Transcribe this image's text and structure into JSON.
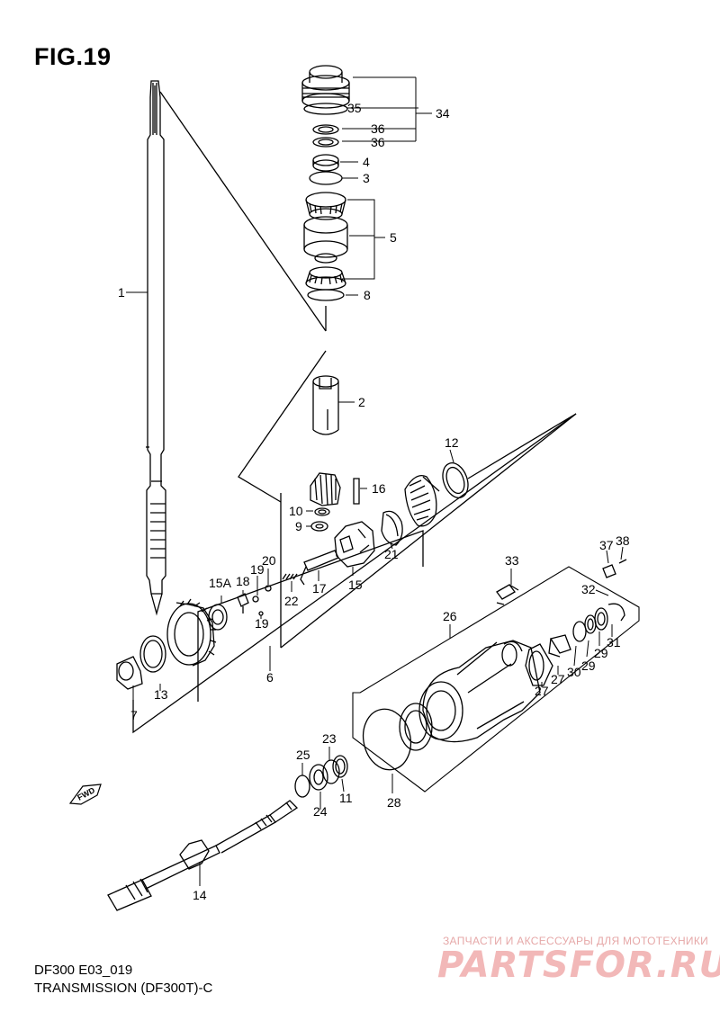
{
  "figure": {
    "title": "FIG.19",
    "code": "DF300 E03_019",
    "caption": "TRANSMISSION (DF300T)-C"
  },
  "watermark": {
    "subtitle": "ЗАПЧАСТИ И АКСЕССУАРЫ ДЛЯ МОТОТЕХНИКИ",
    "brand": "PARTSFOR.RU"
  },
  "direction_marker": "FWD",
  "callouts": {
    "c1": "1",
    "c2": "2",
    "c3": "3",
    "c4": "4",
    "c5": "5",
    "c6": "6",
    "c7": "7",
    "c8": "8",
    "c9": "9",
    "c10": "10",
    "c11": "11",
    "c12": "12",
    "c13": "13",
    "c14": "14",
    "c15": "15",
    "c15a": "15A",
    "c16": "16",
    "c17": "17",
    "c18": "18",
    "c19a": "19",
    "c19b": "19",
    "c20": "20",
    "c21": "21",
    "c22": "22",
    "c23": "23",
    "c24": "24",
    "c25": "25",
    "c26": "26",
    "c27a": "27",
    "c27b": "27",
    "c28": "28",
    "c29a": "29",
    "c29b": "29",
    "c30": "30",
    "c31": "31",
    "c32": "32",
    "c33": "33",
    "c34": "34",
    "c35": "35",
    "c36a": "36",
    "c36b": "36",
    "c37": "37",
    "c38": "38"
  }
}
